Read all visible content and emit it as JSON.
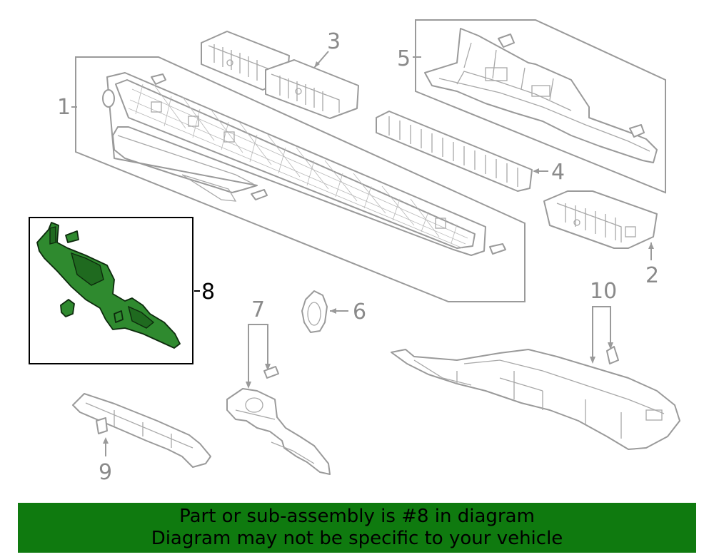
{
  "callouts": {
    "c1": "1",
    "c2": "2",
    "c3": "3",
    "c4": "4",
    "c5": "5",
    "c6": "6",
    "c7": "7",
    "c8": "8",
    "c9": "9",
    "c10": "10"
  },
  "highlight_color": "#2f8a2f",
  "banner": {
    "line1": "Part or sub-assembly is #8 in diagram",
    "line2": "Diagram may not be specific to your vehicle",
    "background": "#0f7a0f"
  }
}
